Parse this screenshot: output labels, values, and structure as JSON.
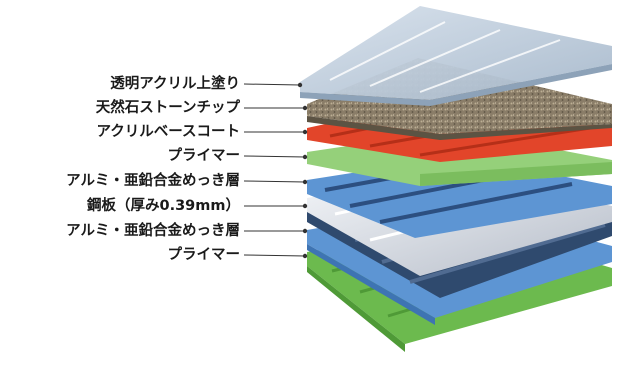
{
  "diagram": {
    "layers": [
      {
        "label": "透明アクリル上塗り",
        "color": "#b9c7d6"
      },
      {
        "label": "天然石ストーンチップ",
        "color": "#8a7d68"
      },
      {
        "label": "アクリルベースコート",
        "color": "#e2452a"
      },
      {
        "label": "プライマー",
        "color": "#95d07a"
      },
      {
        "label": "アルミ・亜鉛合金めっき層",
        "color": "#5d95d3"
      },
      {
        "label": "鋼板（厚み0.39mm）",
        "color": "#dfe3ea"
      },
      {
        "label": "アルミ・亜鉛合金めっき層",
        "color": "#5d95d3"
      },
      {
        "label": "プライマー",
        "color": "#6cba4e"
      }
    ]
  }
}
